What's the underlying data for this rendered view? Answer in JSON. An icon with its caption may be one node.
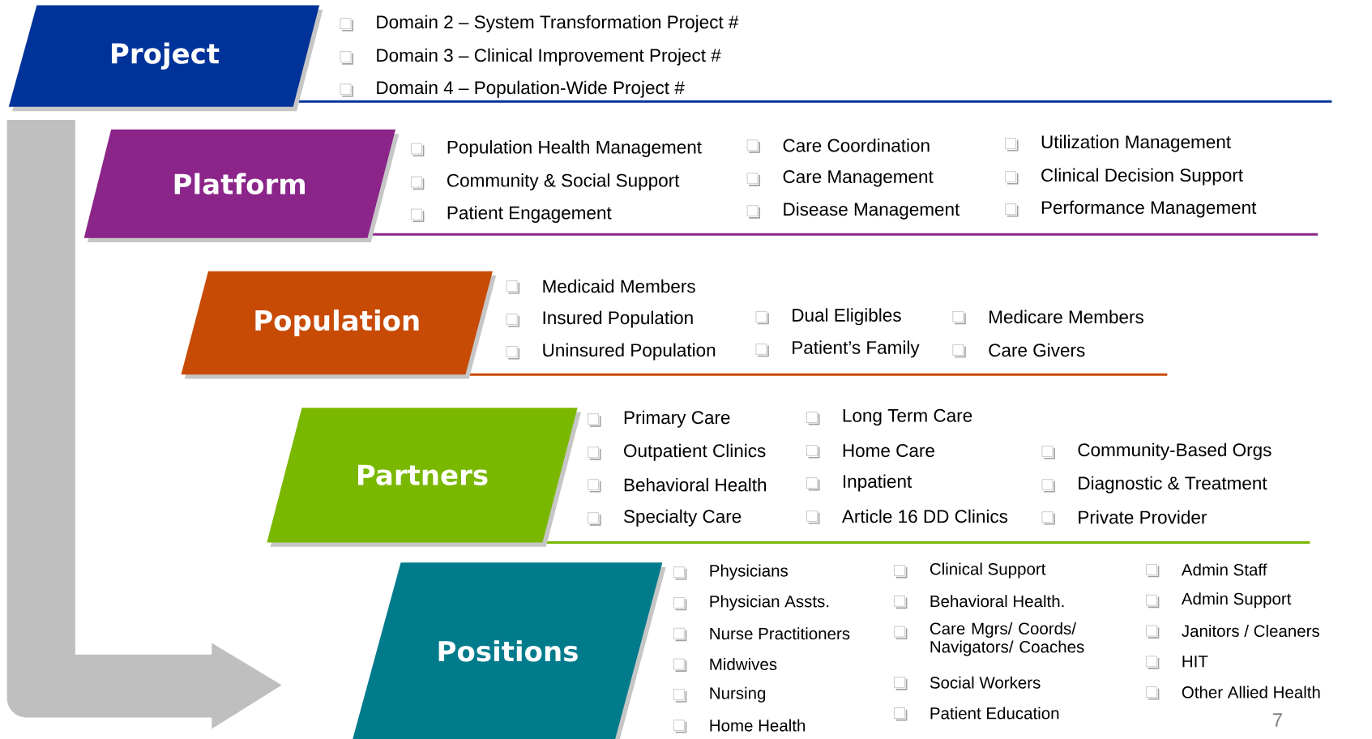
{
  "diagram": {
    "nodes": [
      {
        "text": [
          "Project"
        ],
        "beside": [
          "Domain 2 – System Transformation Project #",
          "Domain 3 – Clinical Improvement Project #",
          "Domain 4 – Population-Wide Project #"
        ]
      },
      {
        "text": [
          "Platform"
        ],
        "beside": [
          "Population Health Management",
          "Community & Social Support",
          "Patient Engagement",
          "Care Coordination",
          "Care Management",
          "Disease Management",
          "Utilization Management",
          "Clinical Decision Support",
          "Performance Management"
        ]
      },
      {
        "text": [
          "Population"
        ],
        "beside": [
          "Medicaid Members",
          "Insured Population",
          "Uninsured Population",
          "Dual Eligibles",
          "Patient’s Family",
          "Medicare Members",
          "Care Givers"
        ]
      },
      {
        "text": [
          "Partners"
        ],
        "beside": [
          "Primary Care",
          "Outpatient Clinics",
          "Behavioral Health",
          "Specialty Care",
          "Long Term Care",
          "Home Care",
          "Inpatient",
          "Article 16 DD Clinics",
          "Community-Based Orgs",
          "Diagnostic & Treatment",
          "Private Provider"
        ]
      },
      {
        "text": [
          "Positions"
        ],
        "beside": [
          "Physicians",
          "Physician Assts.",
          "Nurse Practitioners",
          "Midwives",
          "Nursing",
          "Home Health",
          "Clinical Support",
          "Behavioral Health.",
          "Care Mgrs/ Coords/ Navigators/ Coaches",
          "Social Workers",
          "Patient Education",
          "Admin Staff",
          "Admin Support",
          "Janitors / Cleaners",
          "HIT",
          "Other Allied Health"
        ]
      }
    ],
    "labels": [
      "7"
    ]
  }
}
